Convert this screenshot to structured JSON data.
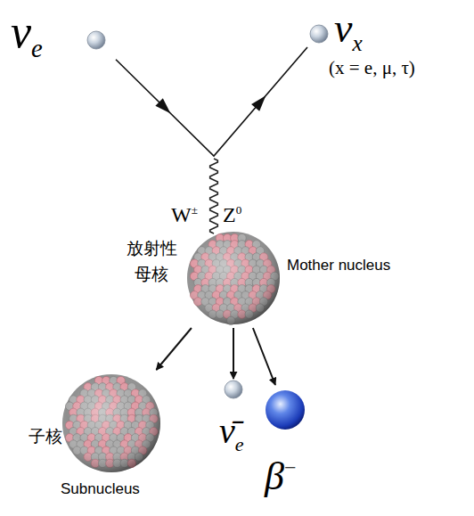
{
  "diagram": {
    "nodes": [
      {
        "text": [
          "νe"
        ]
      },
      {
        "text": [
          "νx",
          "(x = e, μ, τ)"
        ]
      },
      {
        "text": [
          "放射性 母核",
          "Mother nucleus"
        ]
      },
      {
        "text": [
          "子核",
          "Subnucleus"
        ]
      },
      {
        "text": [
          "ν̄e"
        ]
      },
      {
        "text": [
          "β−"
        ]
      }
    ],
    "edges": [
      {
        "from": 0,
        "to": 1,
        "arrow": "to"
      },
      {
        "from": 2,
        "to": 3,
        "arrow": "to"
      },
      {
        "from": 2,
        "to": 4,
        "arrow": "to"
      },
      {
        "from": 2,
        "to": 5,
        "arrow": "to"
      }
    ],
    "labels": [
      "W±",
      "Z0"
    ]
  }
}
